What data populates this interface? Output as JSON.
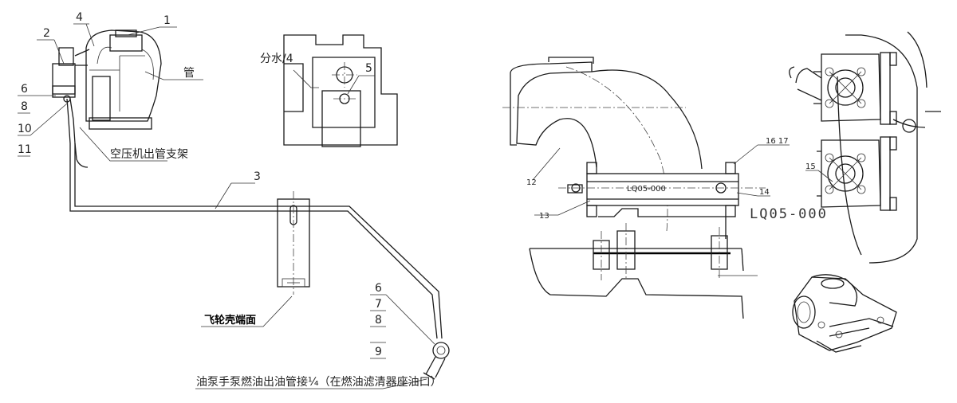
{
  "labels": {
    "n1": "1",
    "n2": "2",
    "n3": "3",
    "n4": "4",
    "n5": "5",
    "n6a": "6",
    "n8a": "8",
    "n10": "10",
    "n11": "11",
    "n6b": "6",
    "n7": "7",
    "n8b": "8",
    "n9": "9",
    "n12": "12",
    "n13": "13",
    "n14": "14",
    "n15": "15",
    "n16_17": "16 17",
    "guan": "管",
    "fenshui": "分水/4",
    "bracket": "空压机出管支架",
    "flywheel": "飞轮壳端面",
    "fuel_note": "油泵手泵燃油出油管接¼（在燃油滤清器座油口）",
    "part_code_inner": "LQ05-000",
    "part_code_outer": "LQ05-000"
  }
}
